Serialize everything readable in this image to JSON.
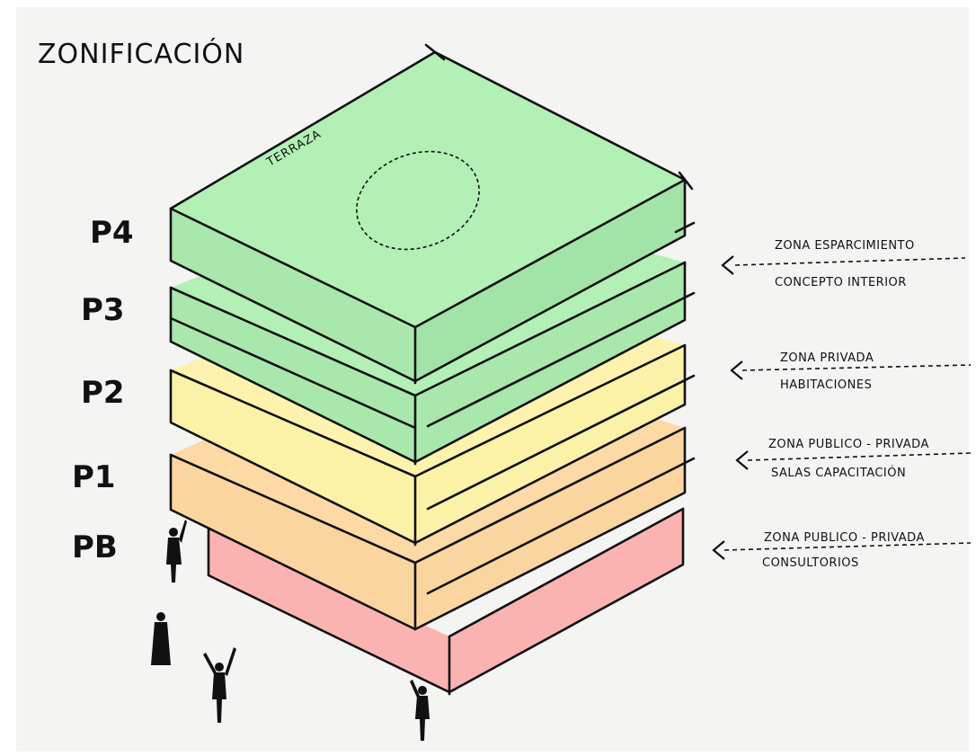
{
  "title": "ZONIFICACIÓN",
  "top_label": "TERRAZA",
  "floors": [
    {
      "id": "P4",
      "label": "P4"
    },
    {
      "id": "P3",
      "label": "P3"
    },
    {
      "id": "P2",
      "label": "P2"
    },
    {
      "id": "P1",
      "label": "P1"
    },
    {
      "id": "PB",
      "label": "PB"
    }
  ],
  "annotations": [
    {
      "line1": "ZONA ESPARCIMIENTO",
      "line2": "CONCEPTO INTERIOR"
    },
    {
      "line1": "ZONA PRIVADA",
      "line2": "HABITACIONES"
    },
    {
      "line1": "ZONA PUBLICO - PRIVADA",
      "line2": "SALAS CAPACITACIÓN"
    },
    {
      "line1": "ZONA PUBLICO - PRIVADA",
      "line2": "CONSULTORIOS"
    }
  ],
  "colors": {
    "background": "#f4f4f3",
    "green_top": "#b2f0b6",
    "green_front": "#a8e8ad",
    "green_side": "#a2e4a8",
    "yellow_top": "#fdf3ae",
    "yellow_front": "#fbf1a7",
    "orange_top": "#fcd9a5",
    "orange_front": "#fbd59f",
    "pink_top": "#fcb8b6",
    "pink_front": "#fbb3b2",
    "ink": "#111111"
  }
}
